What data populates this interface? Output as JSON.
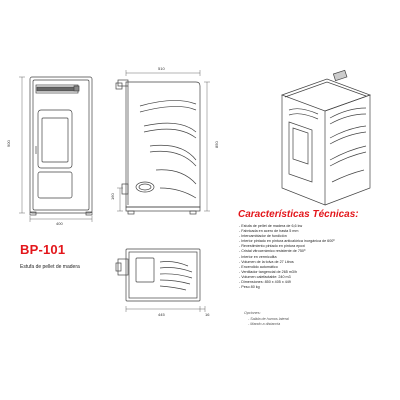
{
  "model": "BP-101",
  "subtitle": "Estufa de pellet de madera",
  "specs_title": "Características Técnicas:",
  "specs": [
    "- Estufa de pellet de madera de 6,6 kw",
    "- Fabricada en acero de hasta 5 mm",
    "- Intercambiador de fundición",
    "- Interior pintado en pintura anticalórica inorgánica de 600º",
    "- Revestimiento pintado en pintura epoxi",
    "- Cristal vitrocerámico resistente de 750º",
    "- Interior en vermiculita",
    "- Volumen de la tolva de 27 Litros",
    "- Encendido automático",
    "- Ventilador tangencial de 265 m3/h",
    "- Volumen calefactable: 240 m3",
    "- Dimensiones: 850 x 405 x 449",
    "- Peso 80 kg"
  ],
  "options_title": "Opciones:",
  "options": [
    "- Salida de humos lateral",
    "- Mando a distancia"
  ],
  "dimensions": {
    "front_width": "400",
    "front_height": "900",
    "side_depth": "510",
    "side_height": "850",
    "flue_height": "160",
    "top_depth": "445",
    "top_offset": "16"
  },
  "colors": {
    "accent": "#e3161b",
    "line": "#444444"
  }
}
